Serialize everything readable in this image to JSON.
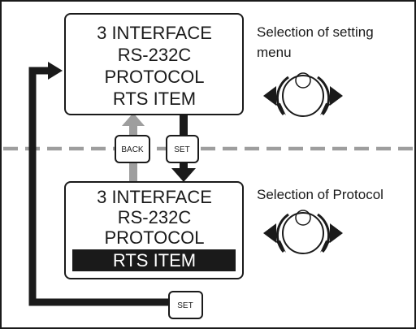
{
  "screen_top": {
    "lines": [
      "3 INTERFACE",
      "RS-232C",
      "PROTOCOL",
      "RTS ITEM"
    ]
  },
  "screen_bottom": {
    "lines": [
      "3 INTERFACE",
      "RS-232C",
      "PROTOCOL",
      "RTS ITEM"
    ],
    "highlighted_line": "RTS ITEM"
  },
  "notes": {
    "top_line1": "Selection of setting",
    "top_line2": "menu",
    "bottom": "Selection of Protocol"
  },
  "buttons": {
    "back": "BACK",
    "set_upper": "SET",
    "set_lower": "SET"
  },
  "colors": {
    "border": "#1a1a1a",
    "arrow_dark": "#1a1a1a",
    "arrow_gray": "#9e9e9e",
    "divider": "#9e9e9e",
    "highlight_bg": "#1a1a1a"
  },
  "icons": {
    "dial_top": "rotary-knob-icon",
    "dial_bottom": "rotary-knob-icon"
  }
}
